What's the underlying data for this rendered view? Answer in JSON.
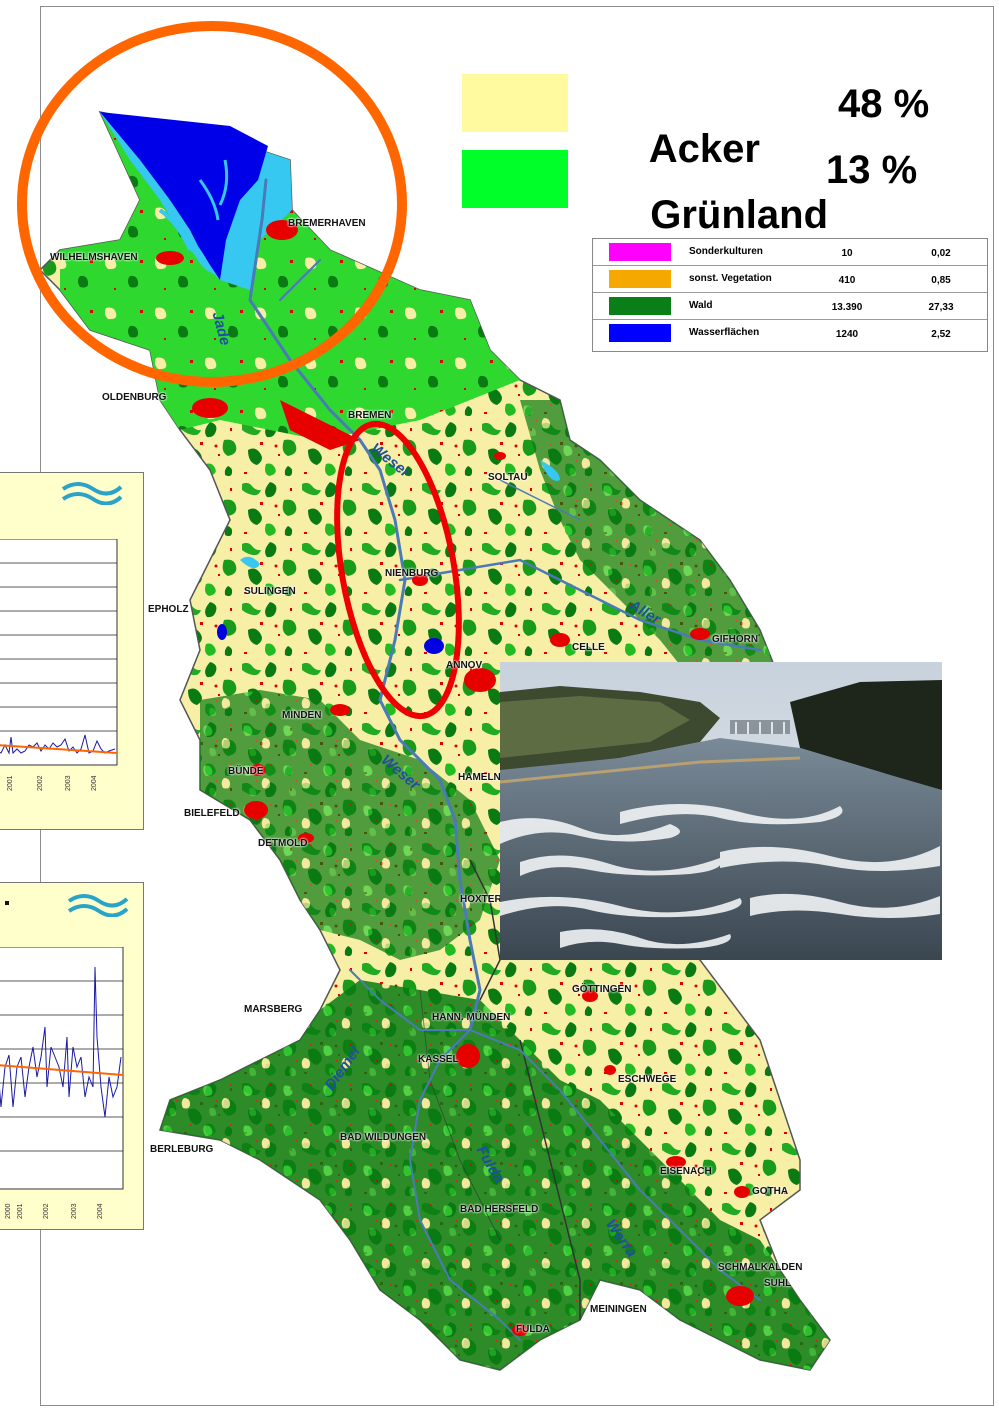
{
  "legend_main": {
    "items": [
      {
        "name": "Acker",
        "value": "48 %",
        "color": "#fffaa0"
      },
      {
        "name": "Grünland",
        "value": "13 %",
        "color": "#00ff28"
      }
    ]
  },
  "legend_table": {
    "rows": [
      {
        "name": "Sonderkulturen",
        "area": "10",
        "percent": "0,02",
        "color": "#ff00ff"
      },
      {
        "name": "sonst. Vegetation",
        "area": "410",
        "percent": "0,85",
        "color": "#f5a800"
      },
      {
        "name": "Wald",
        "area": "13.390",
        "percent": "27,33",
        "color": "#0a7f18"
      },
      {
        "name": "Wasserflächen",
        "area": "1240",
        "percent": "2,52",
        "color": "#0000ff"
      }
    ]
  },
  "map": {
    "colors": {
      "acker": "#faf0a0",
      "gruenland": "#33cc33",
      "wald": "#0a7a12",
      "siedlung": "#e60000",
      "wasser": "#0000e0",
      "watt": "#33ccff",
      "river": "#4a7ab8"
    },
    "cities": {
      "wilhelmshaven": "WILHELMSHAVEN",
      "bremerhaven": "BREMERHAVEN",
      "oldenburg": "OLDENBURG",
      "bremen": "BREMEN",
      "soltau": "SOLTAU",
      "nienburg": "NIENBURG",
      "sulingen": "SULINGEN",
      "diepholz": "EPHOLZ",
      "celle": "CELLE",
      "gifhorn": "GIFHORN",
      "hannover": "ANNOV",
      "minden": "MINDEN",
      "buende": "BÜNDE",
      "hameln": "HAMELN",
      "bielefeld": "BIELEFELD",
      "detmold": "DETMOLD",
      "hoexter": "HOXTER",
      "goettingen": "GÖTTINGEN",
      "marsberg": "MARSBERG",
      "hann_muenden": "HANN. MÜNDEN",
      "kassel": "KASSEL",
      "eschwege": "ESCHWEGE",
      "berleburg": "BERLEBURG",
      "bad_wildungen": "BAD WILDUNGEN",
      "eisenach": "EISENACH",
      "gotha": "GOTHA",
      "bad_hersfeld": "BAD HERSFELD",
      "schmalkalden": "SCHMALKALDEN",
      "suhl": "SUHL",
      "meiningen": "MEININGEN",
      "fulda": "FULDA"
    },
    "rivers": {
      "jade": "Jade",
      "weser_north": "Weser",
      "aller": "Aller",
      "weser_mid": "Weser",
      "diemel": "Diemel",
      "fulda": "Fulda",
      "werra": "Werra"
    }
  },
  "charts": {
    "chart1": {
      "years": [
        "2001",
        "2002",
        "2003",
        "2004"
      ]
    },
    "chart2": {
      "years": [
        "2000",
        "2001",
        "2002",
        "2003",
        "2004"
      ]
    }
  }
}
